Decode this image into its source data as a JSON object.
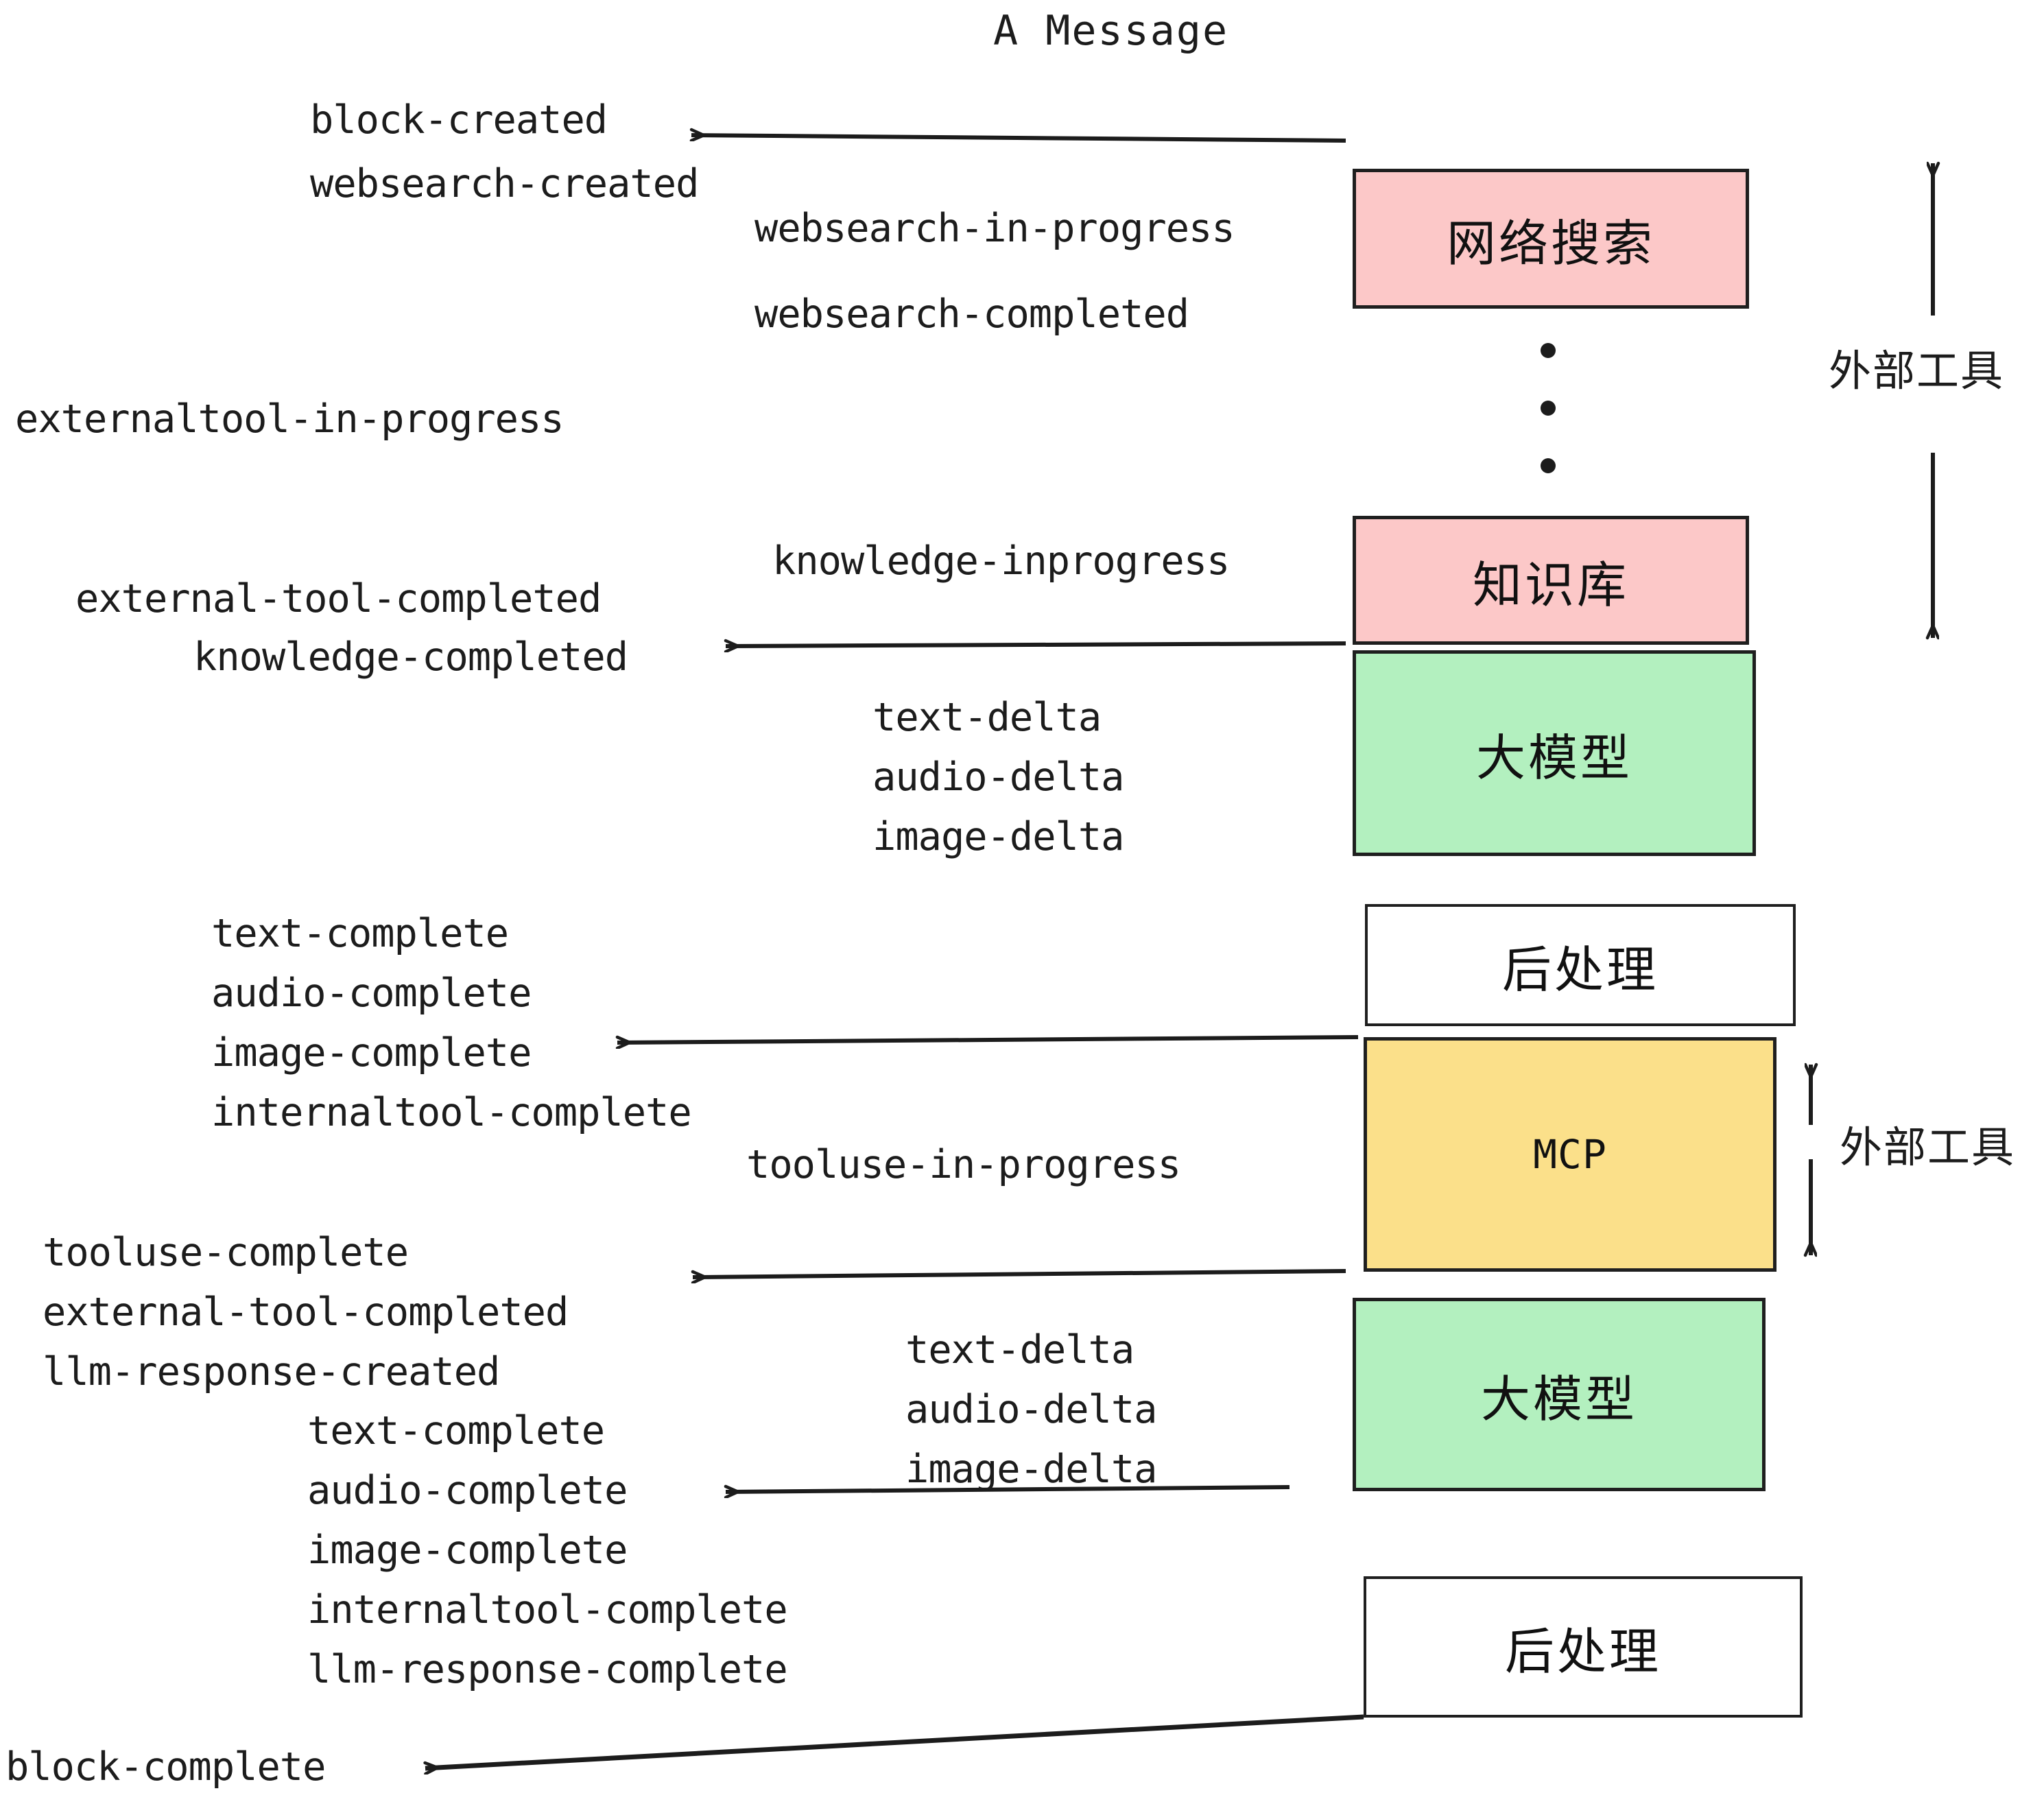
{
  "title": "A Message",
  "colors": {
    "pink": "#fcc8c8",
    "green": "#b3f0bf",
    "yellow": "#fbe08a",
    "white": "#ffffff",
    "stroke": "#1f1f1f",
    "text": "#1c1c1c",
    "background": "#ffffff"
  },
  "boxes": [
    {
      "id": "websearch",
      "label": "网络搜索",
      "script": "cjk",
      "fill": "pink"
    },
    {
      "id": "knowledge",
      "label": "知识库",
      "script": "cjk",
      "fill": "pink"
    },
    {
      "id": "llm-top",
      "label": "大模型",
      "script": "cjk",
      "fill": "green"
    },
    {
      "id": "postprocess-top",
      "label": "后处理",
      "script": "cjk",
      "fill": "white"
    },
    {
      "id": "mcp",
      "label": "MCP",
      "script": "latin",
      "fill": "yellow"
    },
    {
      "id": "llm-bottom",
      "label": "大模型",
      "script": "cjk",
      "fill": "green"
    },
    {
      "id": "postprocess-bottom",
      "label": "后处理",
      "script": "cjk",
      "fill": "white"
    }
  ],
  "side_labels": {
    "external_tools_top": "外部工具",
    "external_tools_bottom": "外部工具"
  },
  "events": {
    "block_created": "block-created",
    "websearch_created": "websearch-created",
    "websearch_in_progress": "websearch-in-progress",
    "websearch_completed": "websearch-completed",
    "externaltool_in_progress": "externaltool-in-progress",
    "knowledge_inprogress": "knowledge-inprogress",
    "external_tool_completed_1": "external-tool-completed",
    "knowledge_completed": "knowledge-completed",
    "text_delta_1": "text-delta",
    "audio_delta_1": "audio-delta",
    "image_delta_1": "image-delta",
    "text_complete_1": "text-complete",
    "audio_complete_1": "audio-complete",
    "image_complete_1": "image-complete",
    "internaltool_complete_1": "internaltool-complete",
    "tooluse_in_progress": "tooluse-in-progress",
    "tooluse_complete": "tooluse-complete",
    "external_tool_completed_2": "external-tool-completed",
    "llm_response_created": "llm-response-created",
    "text_delta_2": "text-delta",
    "audio_delta_2": "audio-delta",
    "image_delta_2": "image-delta",
    "text_complete_2": "text-complete",
    "audio_complete_2": "audio-complete",
    "image_complete_2": "image-complete",
    "internaltool_complete_2": "internaltool-complete",
    "llm_response_complete": "llm-response-complete",
    "block_complete": "block-complete"
  }
}
